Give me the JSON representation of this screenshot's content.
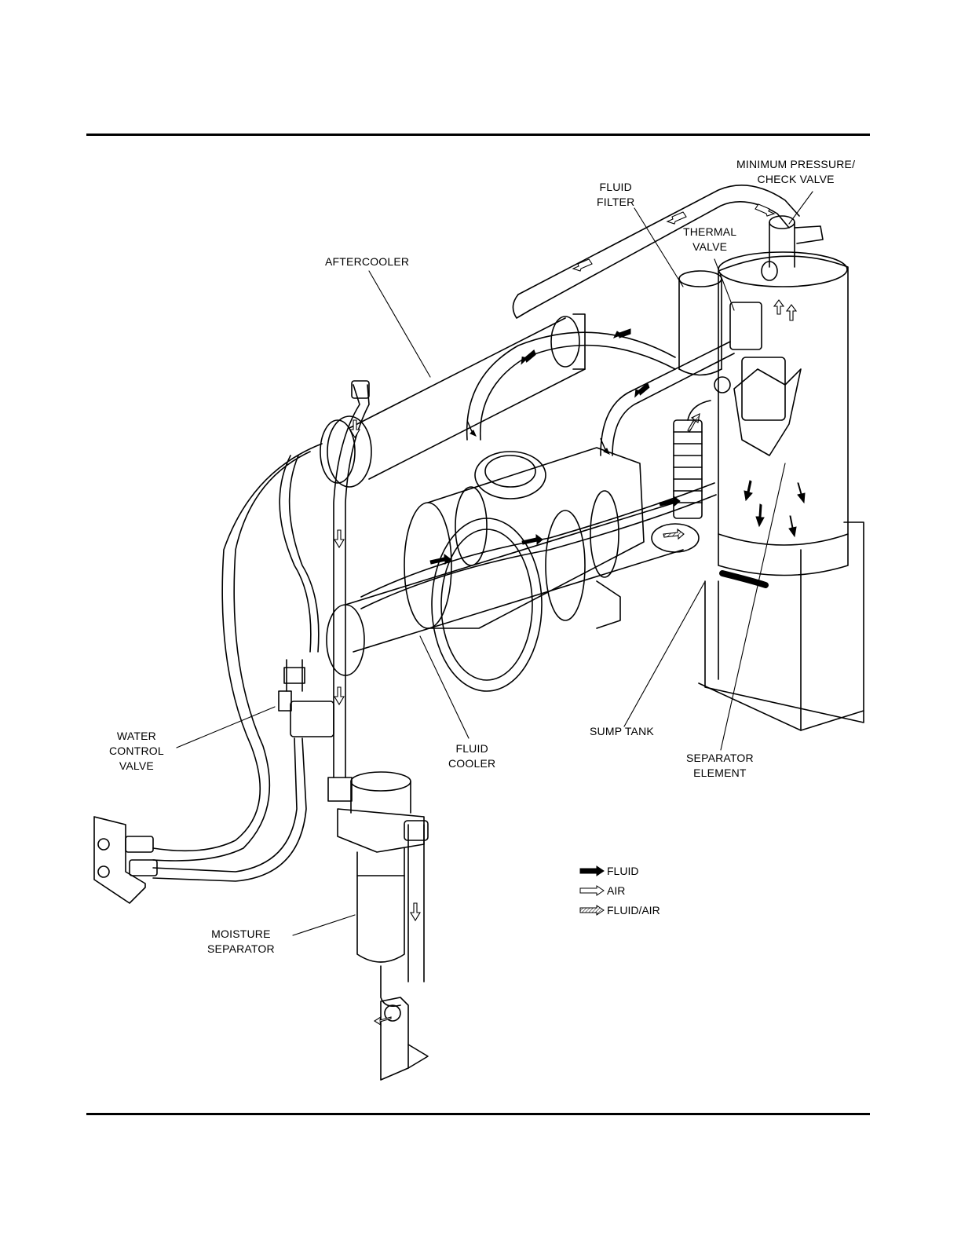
{
  "labels": {
    "min_pressure": "MINIMUM PRESSURE/\nCHECK VALVE",
    "fluid_filter": "FLUID\nFILTER",
    "thermal_valve": "THERMAL\nVALVE",
    "aftercooler": "AFTERCOOLER",
    "water_control_valve": "WATER\nCONTROL\nVALVE",
    "fluid_cooler": "FLUID\nCOOLER",
    "sump_tank": "SUMP TANK",
    "separator_element": "SEPARATOR\nELEMENT",
    "moisture_separator": "MOISTURE\nSEPARATOR"
  },
  "legend": [
    {
      "label": "FLUID",
      "icon": "solid-arrow-icon"
    },
    {
      "label": "AIR",
      "icon": "hollow-arrow-icon"
    },
    {
      "label": "FLUID/AIR",
      "icon": "hatched-arrow-icon"
    }
  ]
}
